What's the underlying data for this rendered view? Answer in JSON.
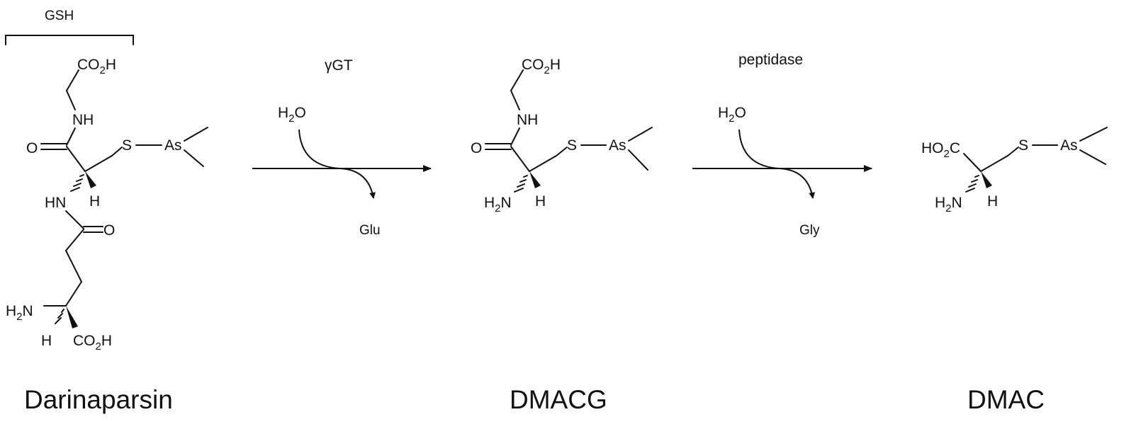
{
  "labels": {
    "gsh": "GSH",
    "co2h": "CO2H",
    "nh": "NH",
    "o": "O",
    "s": "S",
    "as": "As",
    "hn": "HN",
    "h": "H",
    "h2n": "H2N",
    "ho2c": "HO2C"
  },
  "reaction1": {
    "enzyme": "γGT",
    "reagent": "H2O",
    "product": "Glu"
  },
  "reaction2": {
    "enzyme": "peptidase",
    "reagent": "H2O",
    "product": "Gly"
  },
  "compounds": {
    "darinaparsin": "Darinaparsin",
    "dmacg": "DMACG",
    "dmac": "DMAC"
  }
}
